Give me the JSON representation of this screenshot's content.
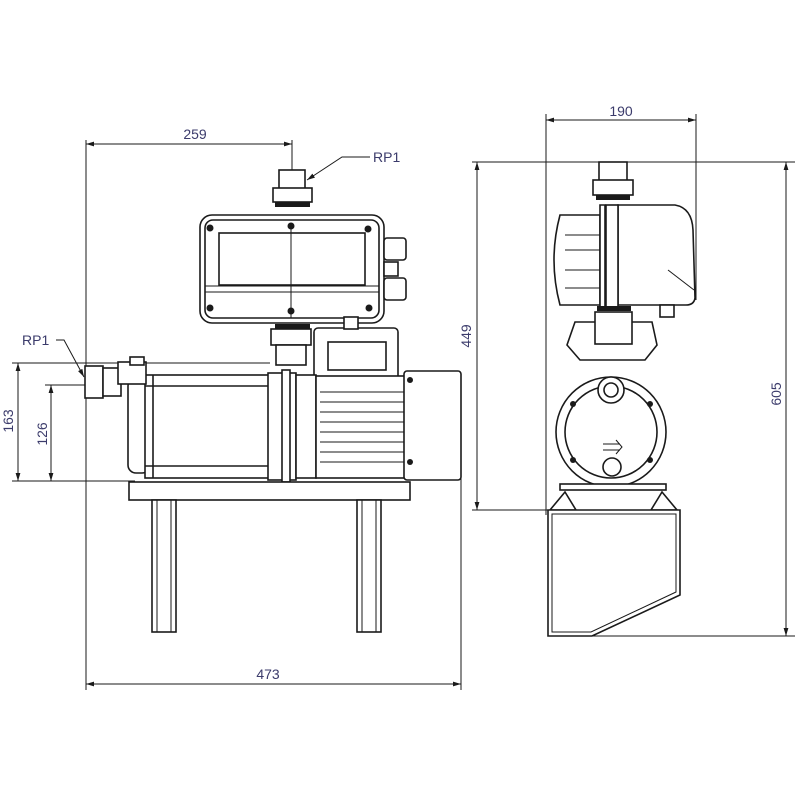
{
  "drawing": {
    "front_view": {
      "dim_width_outlet": "259",
      "dim_total_width": "473",
      "dim_inlet_height": "163",
      "dim_inlet_center": "126",
      "outlet_label": "RP1",
      "inlet_label": "RP1"
    },
    "side_view": {
      "dim_depth": "190",
      "dim_height_pump": "449",
      "dim_height_total": "605"
    }
  },
  "colors": {
    "dimension_text": "#3b3b6b",
    "line": "#1a1a1a"
  }
}
